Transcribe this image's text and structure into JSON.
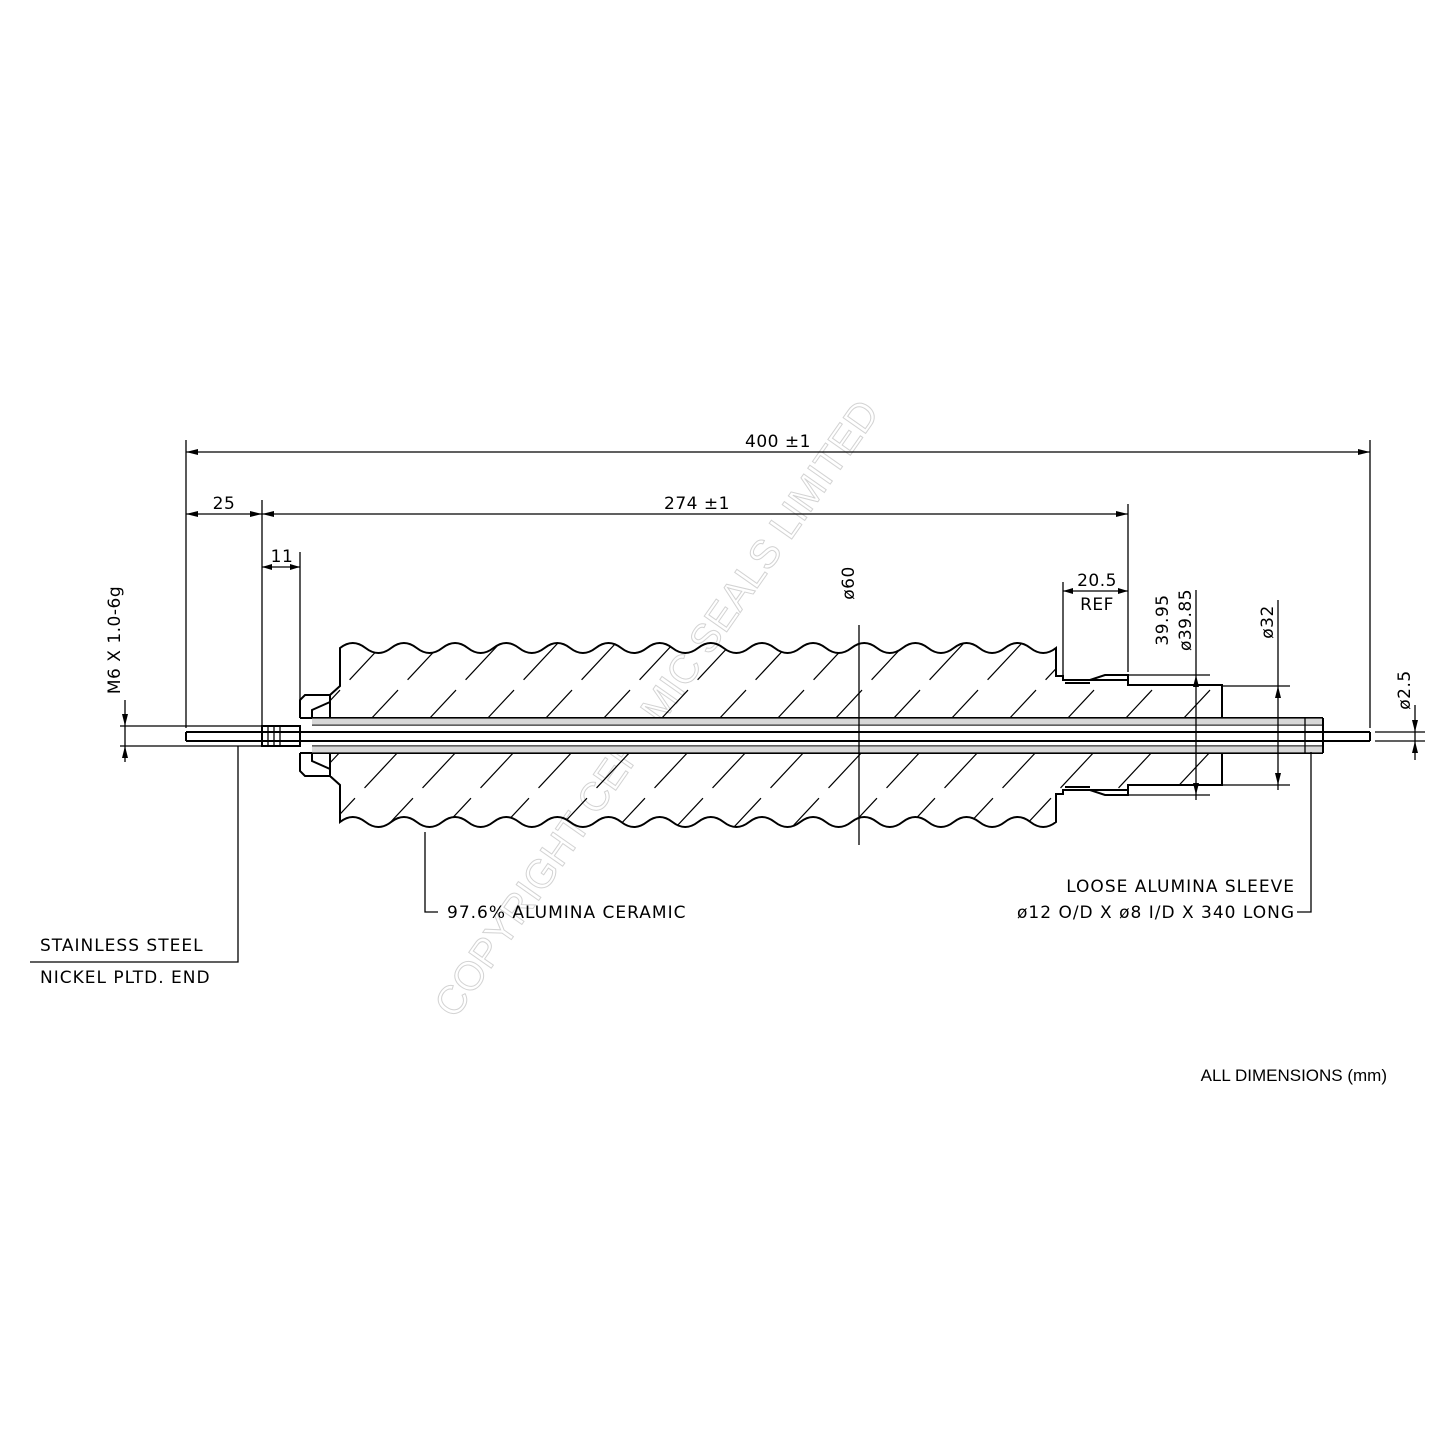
{
  "watermark": "COPYRIGHT CERAMIC SEALS LIMITED",
  "dimensions": {
    "overall_length": "400 ±1",
    "end_length": "25",
    "ceramic_length": "274 ±1",
    "thread_engagement": "11",
    "step_length": "20.5",
    "step_ref": "REF",
    "thread": "M6 X 1.0-6g",
    "ceramic_dia": "ø60",
    "flange_dia_max": "39.95",
    "flange_dia_min": "ø39.85",
    "spigot_dia": "ø32",
    "rod_dia": "ø2.5"
  },
  "labels": {
    "ceramic": "97.6% ALUMINA CERAMIC",
    "sleeve_line1": "LOOSE ALUMINA SLEEVE",
    "sleeve_line2": "ø12 O/D X ø8 I/D X 340 LONG",
    "steel_line1": "STAINLESS STEEL",
    "steel_line2": "NICKEL PLTD. END",
    "units": "ALL DIMENSIONS (mm)"
  }
}
